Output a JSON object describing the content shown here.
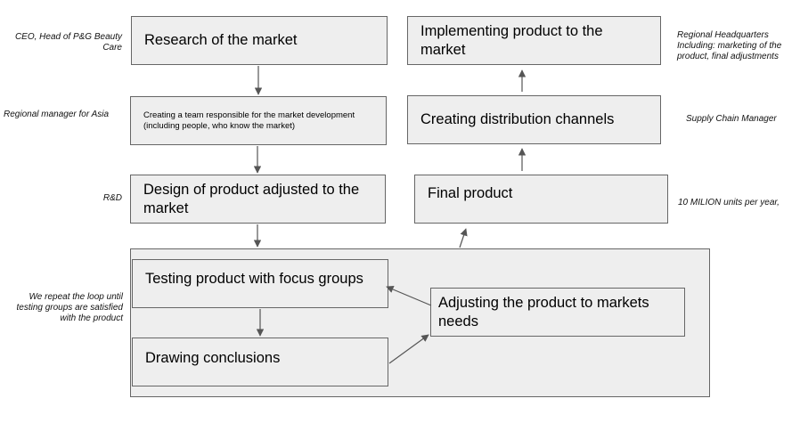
{
  "boxes": {
    "research": "Research of the market",
    "team": "Creating a team responsible for the market development (including people, who know the market)",
    "design": "Design of product adjusted to the market",
    "implementing": "Implementing product to the market",
    "distribution": "Creating distribution channels",
    "final_product": "Final product",
    "testing": "Testing product with focus groups",
    "conclusions": "Drawing conclusions",
    "adjusting": "Adjusting the product to markets needs"
  },
  "notes": {
    "ceo": "CEO, Head of P&G Beauty Care",
    "regional_manager": "Regional manager for Asia",
    "rnd": "R&D",
    "loop": "We repeat the loop until testing groups are satisfied with the product",
    "regional_hq": "Regional Headquarters Including: marketing of the product, final adjustments",
    "supply_chain": "Supply Chain Manager",
    "units": "10 MILION units per year,"
  }
}
